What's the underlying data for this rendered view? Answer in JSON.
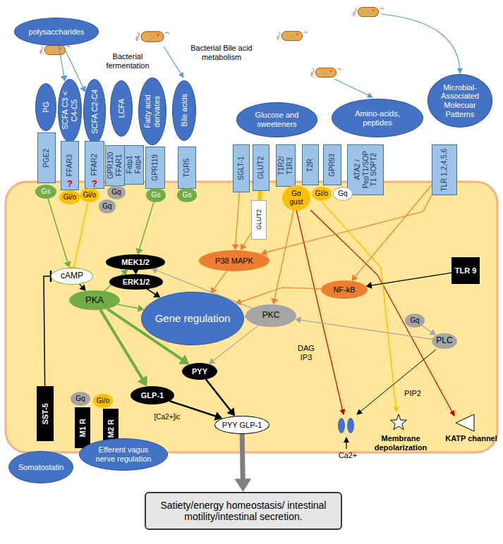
{
  "diagram": {
    "nodes": [
      {
        "text": [
          "polysaccharides"
        ]
      },
      {
        "text": [
          "PG"
        ]
      },
      {
        "text": [
          "SCFA C3 < C4-C5"
        ]
      },
      {
        "text": [
          "SCFA C2-C4"
        ]
      },
      {
        "text": [
          "LCFA"
        ]
      },
      {
        "text": [
          "Fatty acid derivates"
        ]
      },
      {
        "text": [
          "Bile acids"
        ]
      },
      {
        "text": [
          "Glucose and sweeteners"
        ]
      },
      {
        "text": [
          "Amino-acids, peptides"
        ]
      },
      {
        "text": [
          "Microbial-Associated Molecuar Patterns"
        ]
      },
      {
        "text": [
          "PGE2"
        ]
      },
      {
        "text": [
          "FFAR3"
        ]
      },
      {
        "text": [
          "FFAR2"
        ]
      },
      {
        "text": [
          "GPR120 FFAR1"
        ]
      },
      {
        "text": [
          "Fatp1 Fatp4"
        ]
      },
      {
        "text": [
          "GPR119"
        ]
      },
      {
        "text": [
          "TGR5"
        ]
      },
      {
        "text": [
          "SGLT-1"
        ]
      },
      {
        "text": [
          "GLUT2"
        ]
      },
      {
        "text": [
          "T1R2/ T1R3"
        ]
      },
      {
        "text": [
          "T2R"
        ]
      },
      {
        "text": [
          "GPR93"
        ]
      },
      {
        "text": [
          "ATA2 / PepT1/SOP T1 SOPT2"
        ]
      },
      {
        "text": [
          "TLR 1,2,4,5,6"
        ]
      },
      {
        "text": [
          "Gs"
        ]
      },
      {
        "text": [
          "Gi/o"
        ]
      },
      {
        "text": [
          "Gi/o"
        ]
      },
      {
        "text": [
          "Gq"
        ]
      },
      {
        "text": [
          "Gq"
        ]
      },
      {
        "text": [
          "Gs"
        ]
      },
      {
        "text": [
          "Gs"
        ]
      },
      {
        "text": [
          "GLUT2"
        ]
      },
      {
        "text": [
          "Gα gust"
        ]
      },
      {
        "text": [
          "Gi/o"
        ]
      },
      {
        "text": [
          "Gq"
        ]
      },
      {
        "text": [
          "cAMP"
        ]
      },
      {
        "text": [
          "PKA"
        ]
      },
      {
        "text": [
          "MEK1/2"
        ]
      },
      {
        "text": [
          "ERK1/2"
        ]
      },
      {
        "text": [
          "P38 MAPK"
        ]
      },
      {
        "text": [
          "Gene regulation"
        ]
      },
      {
        "text": [
          "PKC"
        ]
      },
      {
        "text": [
          "NF-kB"
        ]
      },
      {
        "text": [
          "TLR 9"
        ]
      },
      {
        "text": [
          "Gq"
        ]
      },
      {
        "text": [
          "PLC"
        ]
      },
      {
        "text": [
          "PYY"
        ]
      },
      {
        "text": [
          "GLP-1"
        ]
      },
      {
        "text": [
          "PYY GLP-1"
        ]
      },
      {
        "text": [
          "SST-5"
        ]
      },
      {
        "text": [
          "Gq"
        ]
      },
      {
        "text": [
          "Gi/o"
        ]
      },
      {
        "text": [
          "M1 R"
        ]
      },
      {
        "text": [
          "M2 R"
        ]
      },
      {
        "text": [
          "Somatostatin"
        ]
      },
      {
        "text": [
          "Efferent vagus nerve regulation"
        ]
      },
      {
        "text": [
          "Satiety/energy homeostasis/ intestinal motility/intestinal secretion."
        ]
      }
    ],
    "edges": [
      {
        "from": 0,
        "to": 2,
        "arrow": "to"
      },
      {
        "from": 0,
        "to": 3,
        "arrow": "to"
      },
      {
        "from": 24,
        "to": 35,
        "arrow": "to"
      },
      {
        "from": 26,
        "to": 35,
        "arrow": "to"
      },
      {
        "from": 35,
        "to": 36,
        "arrow": "to"
      },
      {
        "from": 36,
        "to": 37,
        "arrow": "to"
      },
      {
        "from": 37,
        "to": 38,
        "arrow": "to"
      },
      {
        "from": 38,
        "to": 40,
        "arrow": "to"
      },
      {
        "from": 36,
        "to": 40,
        "arrow": "to"
      },
      {
        "from": 36,
        "to": 46,
        "arrow": "to"
      },
      {
        "from": 36,
        "to": 47,
        "arrow": "to"
      },
      {
        "from": 49,
        "to": 35,
        "arrow": "to"
      },
      {
        "from": 17,
        "to": 39,
        "arrow": "to"
      },
      {
        "from": 31,
        "to": 39,
        "arrow": "to"
      },
      {
        "from": 32,
        "to": 41,
        "arrow": "to"
      },
      {
        "from": 23,
        "to": 39,
        "arrow": "to"
      },
      {
        "from": 23,
        "to": 42,
        "arrow": "to"
      },
      {
        "from": 43,
        "to": 42,
        "arrow": "to"
      },
      {
        "from": 39,
        "to": 40,
        "arrow": "to"
      },
      {
        "from": 42,
        "to": 40,
        "arrow": "to"
      },
      {
        "from": 41,
        "to": 37,
        "arrow": "to"
      },
      {
        "from": 41,
        "to": 40,
        "arrow": "to"
      },
      {
        "from": 41,
        "to": 46,
        "arrow": "to"
      },
      {
        "from": 44,
        "to": 45,
        "arrow": "to"
      },
      {
        "from": 45,
        "to": 41,
        "arrow": "to"
      },
      {
        "from": 46,
        "to": 48,
        "arrow": "to"
      },
      {
        "from": 47,
        "to": 48,
        "arrow": "to"
      },
      {
        "from": 48,
        "to": 56,
        "arrow": "to"
      },
      {
        "from": 29,
        "to": 37,
        "arrow": "to"
      },
      {
        "from": 18,
        "to": 31,
        "arrow": "none"
      }
    ],
    "labels": [
      "Bacterial fermentation",
      "Bacterial Bile acid metabolism",
      "?",
      "?",
      "DAG IP3",
      "PIP2",
      "[Ca2+]ic",
      "Ca2+",
      "Membrane depolarization",
      "KATP channel"
    ]
  }
}
